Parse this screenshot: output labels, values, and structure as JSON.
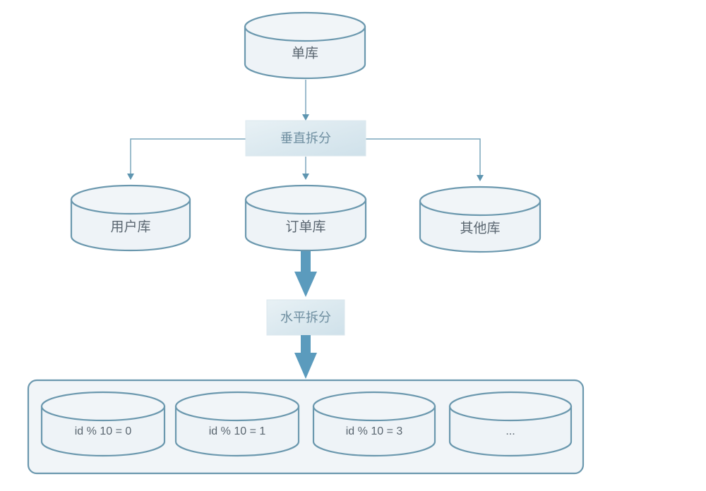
{
  "diagram": {
    "title": "",
    "nodes": {
      "single_db": {
        "label": "单库"
      },
      "vertical_split": {
        "label": "垂直拆分"
      },
      "user_db": {
        "label": "用户库"
      },
      "order_db": {
        "label": "订单库"
      },
      "other_db": {
        "label": "其他库"
      },
      "horizontal_split": {
        "label": "水平拆分"
      },
      "shards": [
        {
          "label": "id % 10 = 0"
        },
        {
          "label": "id % 10 = 1"
        },
        {
          "label": "id % 10 = 3"
        },
        {
          "label": "..."
        }
      ]
    },
    "edges": [
      {
        "from": "单库",
        "to": "垂直拆分",
        "style": "thin-arrow"
      },
      {
        "from": "垂直拆分",
        "to": "用户库",
        "style": "thin-arrow"
      },
      {
        "from": "垂直拆分",
        "to": "订单库",
        "style": "thin-arrow"
      },
      {
        "from": "垂直拆分",
        "to": "其他库",
        "style": "thin-arrow"
      },
      {
        "from": "订单库",
        "to": "水平拆分",
        "style": "thick-arrow"
      },
      {
        "from": "水平拆分",
        "to": "shard-group",
        "style": "thick-arrow"
      }
    ],
    "colors": {
      "stroke": "#6b98ae",
      "fill": "#eef3f7",
      "thick_arrow": "#5b9bbd",
      "label_text": "#5a6670",
      "split_box_fill": "#d9e8ef"
    }
  }
}
